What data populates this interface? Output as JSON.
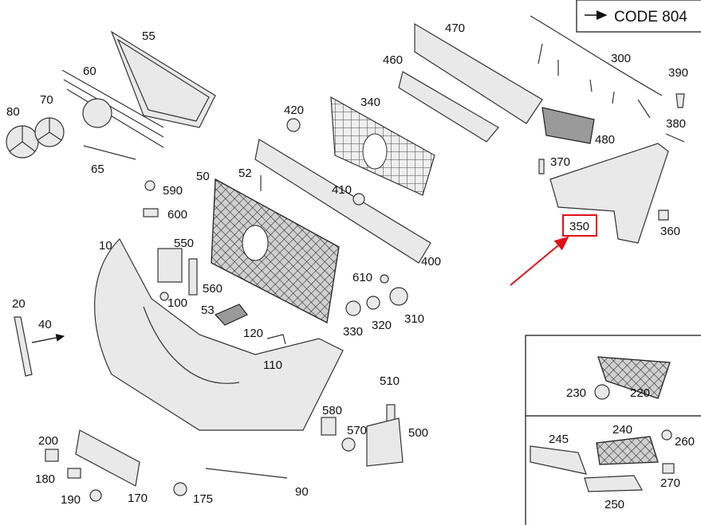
{
  "code_box": {
    "label": "CODE 804"
  },
  "highlight_color": "#e0101a",
  "highlighted_part": "350",
  "labels": {
    "p10": "10",
    "p20": "20",
    "p40": "40",
    "p50": "50",
    "p52": "52",
    "p53": "53",
    "p55": "55",
    "p60": "60",
    "p65": "65",
    "p70": "70",
    "p80": "80",
    "p90": "90",
    "p100": "100",
    "p110": "110",
    "p120": "120",
    "p170": "170",
    "p175": "175",
    "p180": "180",
    "p190": "190",
    "p200": "200",
    "p220": "220",
    "p230": "230",
    "p240": "240",
    "p245": "245",
    "p250": "250",
    "p260": "260",
    "p270": "270",
    "p300": "300",
    "p310": "310",
    "p320": "320",
    "p330": "330",
    "p340": "340",
    "p350": "350",
    "p360": "360",
    "p370": "370",
    "p380": "380",
    "p390": "390",
    "p400": "400",
    "p410": "410",
    "p420": "420",
    "p460": "460",
    "p470": "470",
    "p480": "480",
    "p500": "500",
    "p510": "510",
    "p550": "550",
    "p560": "560",
    "p570": "570",
    "p580": "580",
    "p590": "590",
    "p600": "600",
    "p610": "610"
  }
}
